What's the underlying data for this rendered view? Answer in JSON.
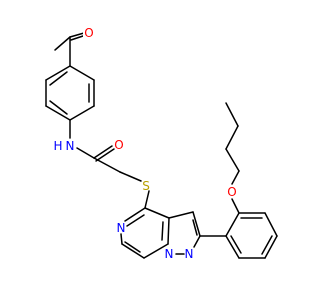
{
  "colors": {
    "background": "#ffffff",
    "bond": "#000000",
    "oxygen": "#ff0000",
    "nitrogen": "#0000ff",
    "sulfur": "#b8a000"
  },
  "atoms": {
    "ketone_o": "O",
    "amide_n": "N",
    "amide_h": "H",
    "amide_o": "O",
    "sulfur": "S",
    "pyrazine_n": "N",
    "ring_n_lower": "N",
    "ring_n_bridge": "N",
    "ether_o": "O"
  }
}
